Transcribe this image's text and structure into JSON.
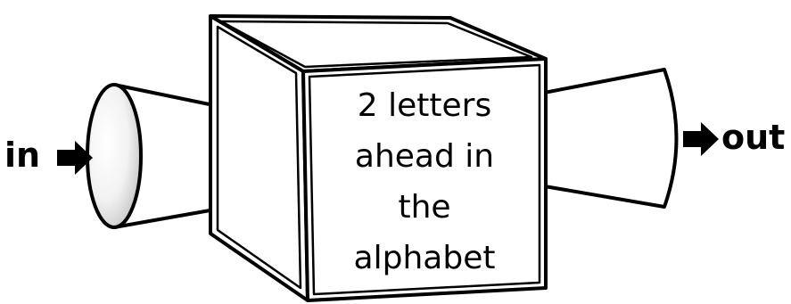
{
  "input_label": "in",
  "output_label": "out",
  "rule_lines": [
    "2 letters",
    "ahead in",
    "the",
    "alphabet"
  ],
  "colors": {
    "stroke": "#000000",
    "fill": "#ffffff",
    "funnel_shade": "#d9d9d9",
    "ring": "#c8c8c8"
  }
}
